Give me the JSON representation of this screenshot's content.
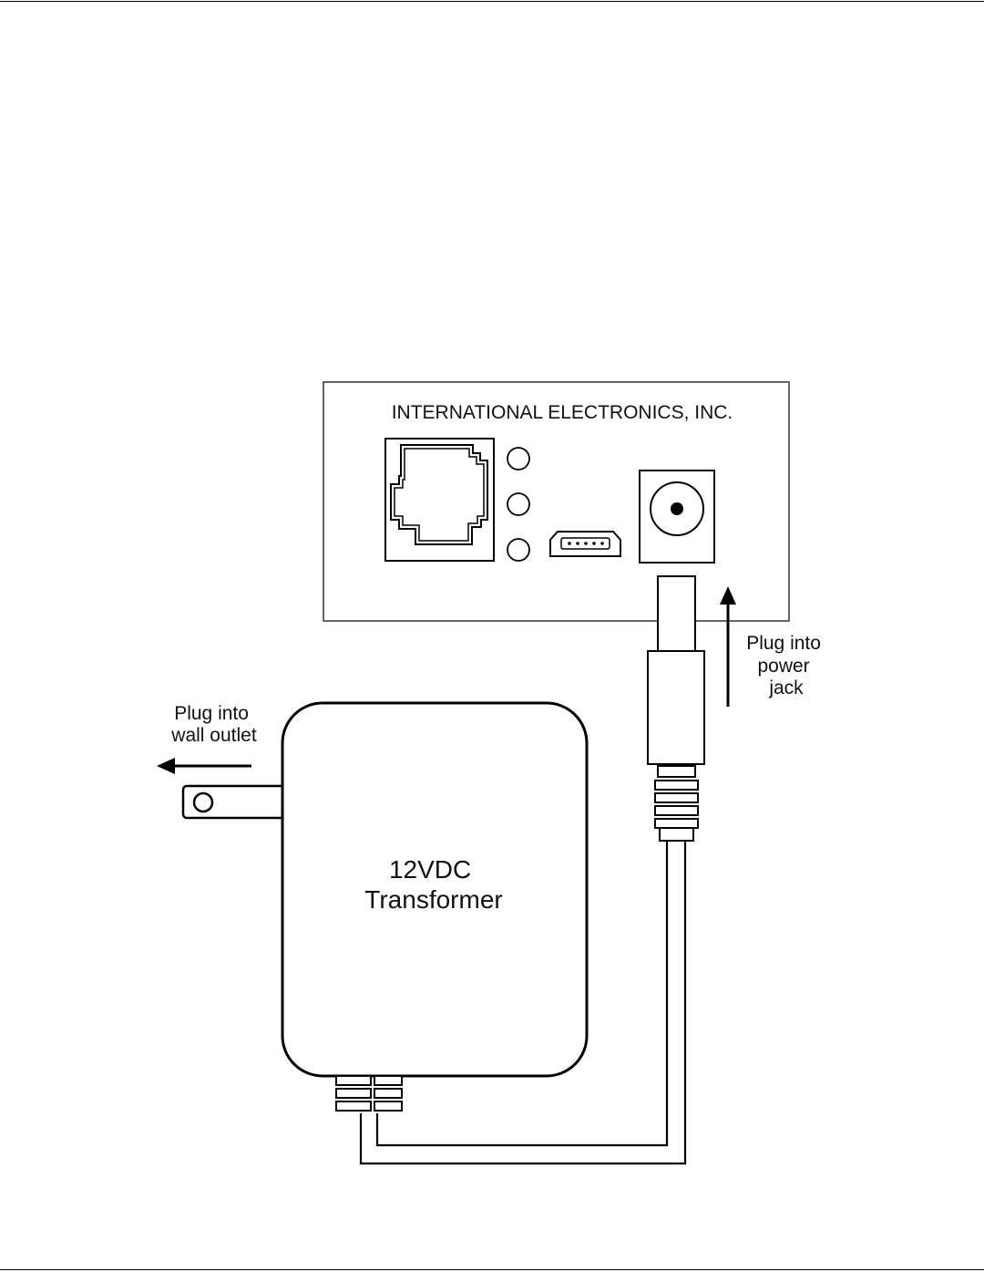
{
  "panel": {
    "manufacturer": "INTERNATIONAL ELECTRONICS, INC."
  },
  "labels": {
    "power_jack": [
      "Plug into",
      "power",
      "jack"
    ],
    "wall_outlet": [
      "Plug into",
      "wall outlet"
    ],
    "transformer": [
      "12VDC",
      "Transformer"
    ]
  },
  "colors": {
    "line": "#000000",
    "panel_fill": "#ffffff",
    "background": "#ffffff"
  }
}
